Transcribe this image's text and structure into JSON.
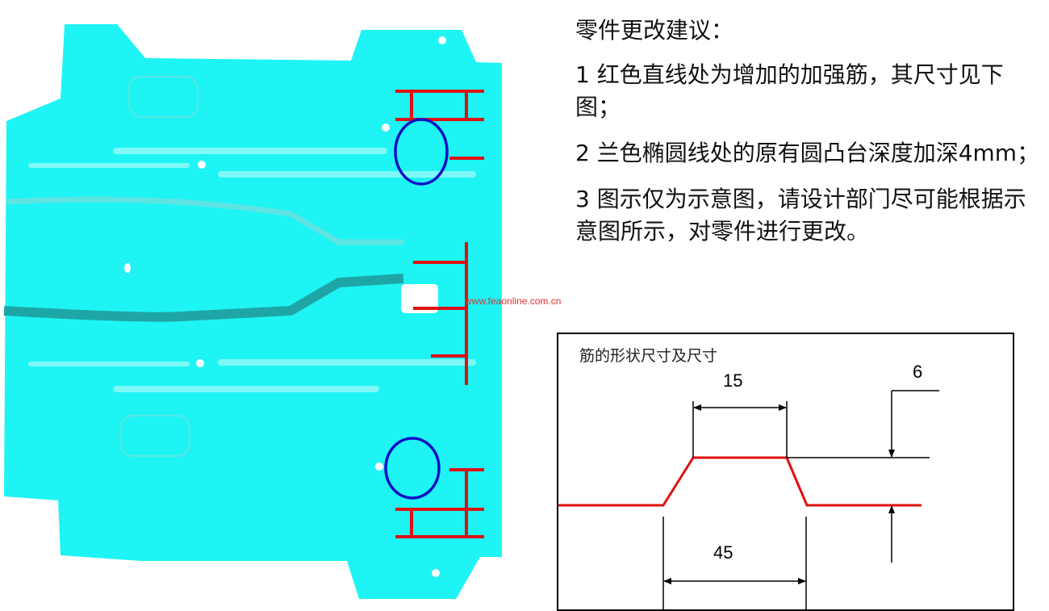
{
  "watermark": "www.feaonline.com.cn",
  "notes": {
    "title": "零件更改建议：",
    "items": [
      "1 红色直线处为增加的加强筋，其尺寸见下图；",
      "2 兰色椭圆线处的原有圆凸台深度加深4mm；",
      "3 图示仅为示意图，请设计部门尽可能根据示意图所示，对零件进行更改。"
    ]
  },
  "rib_diagram": {
    "title": "筋的形状尺寸及尺寸",
    "top_width": "15",
    "height": "6",
    "base_width": "45"
  },
  "colors": {
    "plate": "#1ef4f4",
    "rib_marks": "#e01010",
    "boss_marks": "#1010c8"
  }
}
